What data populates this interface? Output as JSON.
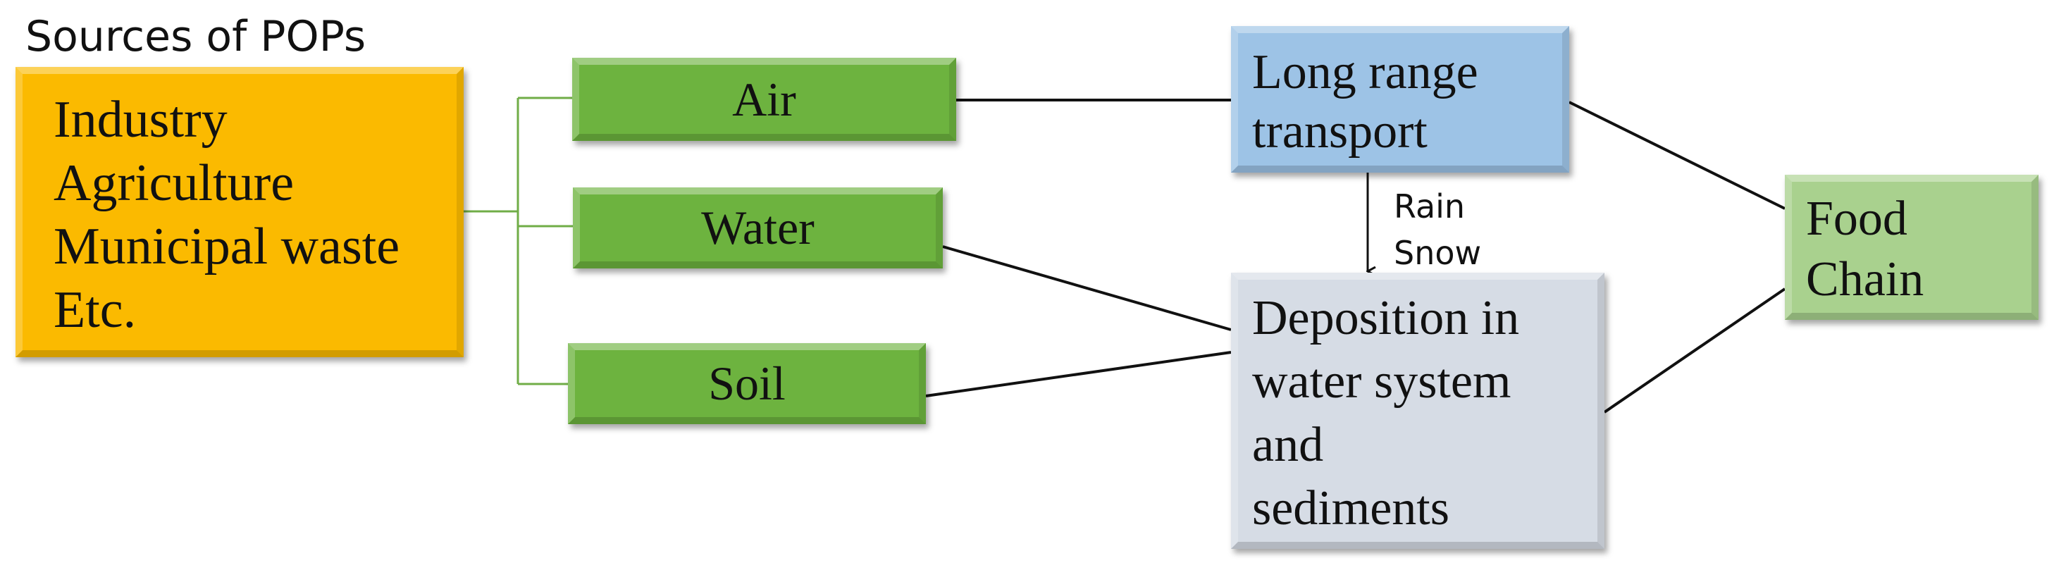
{
  "title": "Sources of POPs",
  "sources": {
    "lines": [
      "Industry",
      "Agriculture",
      "Municipal waste",
      "Etc."
    ]
  },
  "media": {
    "air": "Air",
    "water": "Water",
    "soil": "Soil"
  },
  "transport": {
    "lines": [
      "Long range",
      "transport"
    ]
  },
  "precipitation": {
    "lines": [
      "Rain",
      "Snow"
    ]
  },
  "deposition": {
    "lines": [
      "Deposition in",
      "water system",
      "and",
      "sediments"
    ]
  },
  "food_chain": {
    "lines": [
      "Food",
      "Chain"
    ]
  },
  "colors": {
    "sources": "#FBBA00",
    "media": "#6DB33F",
    "transport": "#9DC3E6",
    "deposition": "#D6DCE5",
    "food_chain": "#A9D18E",
    "connector": "#111111",
    "bracket": "#70AD47"
  }
}
